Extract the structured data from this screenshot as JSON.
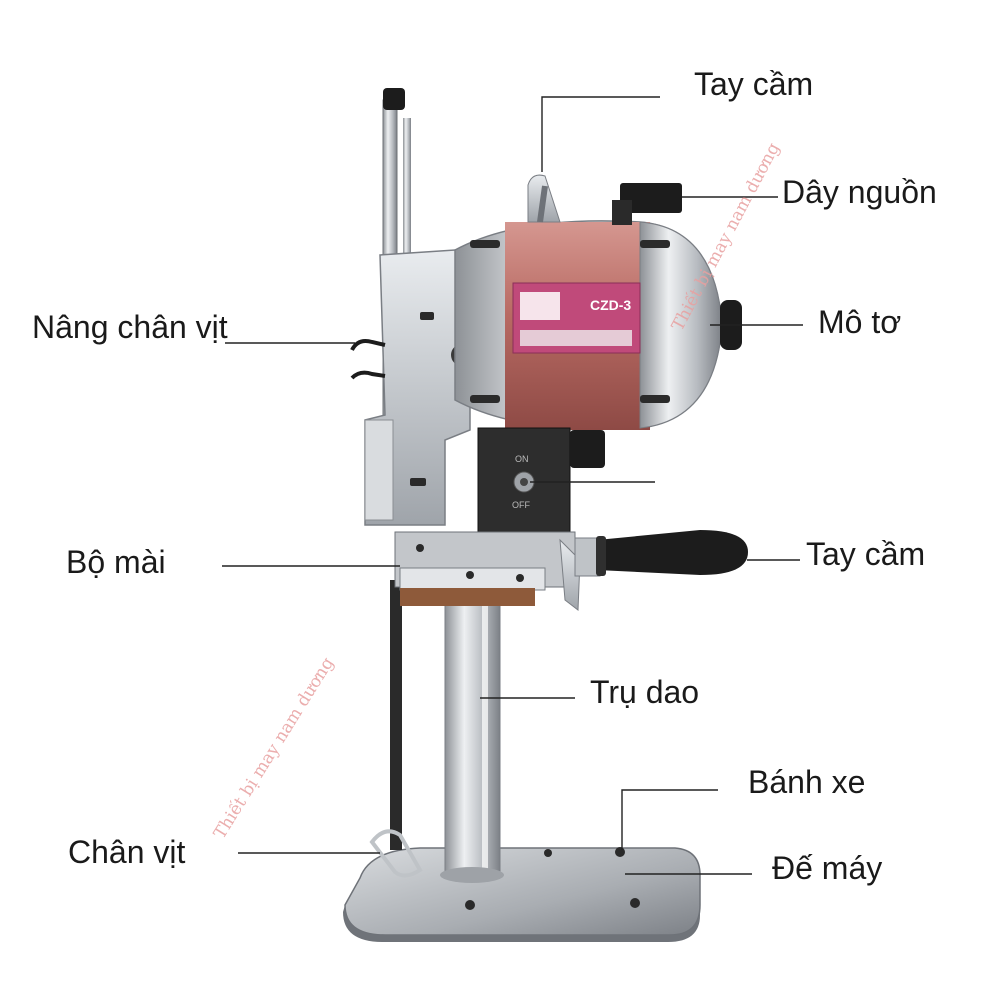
{
  "labels": {
    "handle_top": "Tay cầm",
    "power_cord": "Dây nguồn",
    "motor": "Mô tơ",
    "presser_lift": "Nâng chân vịt",
    "sharpener": "Bộ mài",
    "handle_side": "Tay cầm",
    "blade_column": "Trụ dao",
    "wheel": "Bánh xe",
    "presser_foot": "Chân vịt",
    "base": "Đế máy"
  },
  "machine": {
    "model_plate": "CZD-3",
    "switch_on": "ON",
    "switch_off": "OFF"
  },
  "watermark": "Thiết bị may nam dương",
  "colors": {
    "motor_body": "#b86a63",
    "aluminum": "#c9ccd0",
    "black_parts": "#1c1c1c",
    "plate": "#c04a7a",
    "watermark": "#e8a0a0"
  }
}
